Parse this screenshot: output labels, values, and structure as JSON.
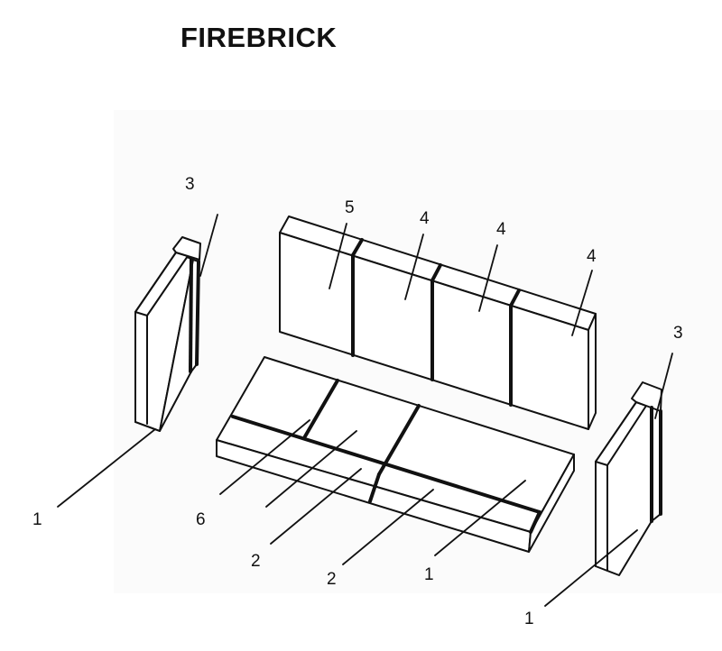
{
  "title": "FIREBRICK",
  "callouts": {
    "left_side_top": "3",
    "left_side_bottom": "1",
    "back_1": "5",
    "back_2": "4",
    "back_3": "4",
    "back_4": "4",
    "right_side_top": "3",
    "right_side_bottom": "1",
    "floor_1": "6",
    "floor_2": "2",
    "floor_3": "2",
    "floor_4": "1"
  }
}
